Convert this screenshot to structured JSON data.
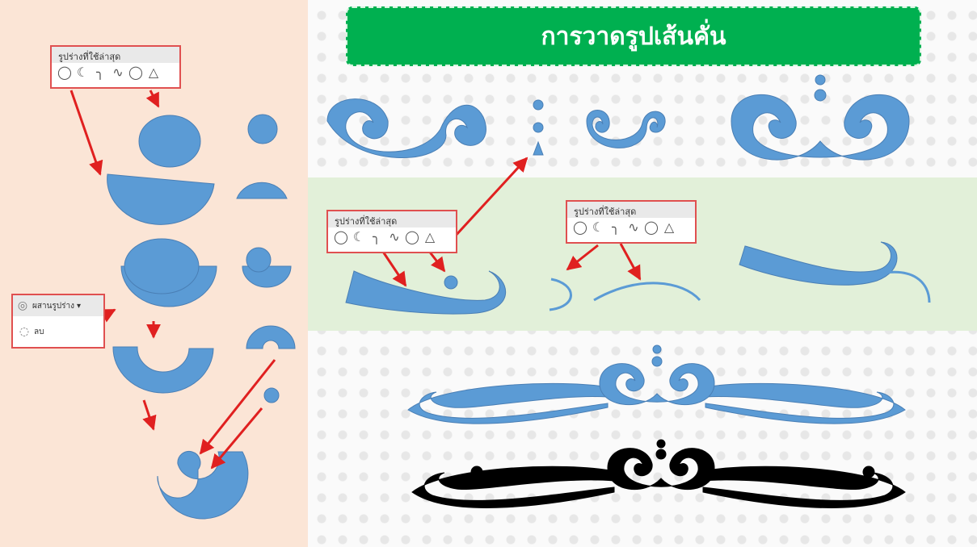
{
  "title": "การวาดรูปเส้นคั่น",
  "recent_shapes_label": "รูปร่างที่ใช้ล่าสุด",
  "shape_icons": [
    "◯",
    "☾",
    "╮",
    "∿",
    "◯",
    "△"
  ],
  "merge_shapes": {
    "label": "ผสานรูปร่าง",
    "dropdown": "▾",
    "subtract_label": "ลบ"
  },
  "colors": {
    "left_panel": "#fbe5d6",
    "green_band": "#e2f0d9",
    "title_bg": "#00b050",
    "shape_blue": "#5b9bd5",
    "arrow_red": "#e02020",
    "final_black": "#000000"
  }
}
